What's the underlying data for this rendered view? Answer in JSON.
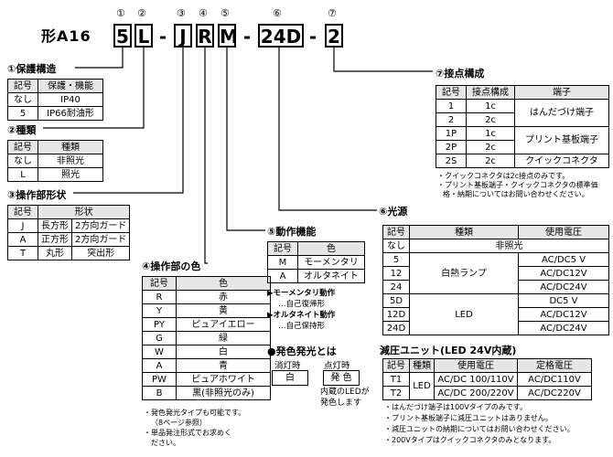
{
  "model": {
    "prefix": "形A16",
    "numbers": [
      "①",
      "②",
      "③",
      "④",
      "⑤",
      "⑥",
      "⑦"
    ],
    "code": [
      "5",
      "L",
      "-",
      "J",
      "R",
      "M",
      "-",
      "24D",
      "-",
      "2"
    ]
  },
  "s1": {
    "title": "①保護構造",
    "headers": [
      "記号",
      "保護・機能"
    ],
    "rows": [
      [
        "なし",
        "IP40"
      ],
      [
        "5",
        "IP66耐油形"
      ]
    ]
  },
  "s2": {
    "title": "②種類",
    "headers": [
      "記号",
      "種類"
    ],
    "rows": [
      [
        "なし",
        "非照光"
      ],
      [
        "L",
        "照光"
      ]
    ]
  },
  "s3": {
    "title": "③操作部形状",
    "headers": [
      "記号",
      "形状"
    ],
    "rows": [
      [
        "J",
        "長方形",
        "2方向ガード"
      ],
      [
        "A",
        "正方形",
        "2方向ガード"
      ],
      [
        "T",
        "丸形",
        "突出形"
      ]
    ]
  },
  "s4": {
    "title": "④操作部の色",
    "headers": [
      "記号",
      "色"
    ],
    "rows": [
      [
        "R",
        "赤"
      ],
      [
        "Y",
        "黄"
      ],
      [
        "PY",
        "ピュアイエロー"
      ],
      [
        "G",
        "緑"
      ],
      [
        "W",
        "白"
      ],
      [
        "A",
        "青"
      ],
      [
        "PW",
        "ピュアホワイト"
      ],
      [
        "B",
        "黒(非照光のみ)"
      ]
    ],
    "notes": [
      "・発色発光タイプも可能です。",
      "（8ページ参照）",
      "・単品発注形式でお求めく",
      "ださい。"
    ]
  },
  "s5": {
    "title": "⑤動作機能",
    "headers": [
      "記号",
      "色"
    ],
    "rows": [
      [
        "M",
        "モーメンタリ"
      ],
      [
        "A",
        "オルタネイト"
      ]
    ],
    "notes": [
      "▶モーメンタリ動作",
      "…自己復帰形",
      "▶オルタネイト動作",
      "…自己保持形"
    ]
  },
  "hakko": {
    "title": "●発色発光とは",
    "lit_off": "消灯時",
    "lit_on": "点灯時",
    "off_value": "白",
    "on_value": "発 色",
    "desc": [
      "内蔵のLEDが",
      "発色します"
    ]
  },
  "s6": {
    "title": "⑥光源",
    "headers": [
      "記号",
      "種類",
      "使用電圧"
    ],
    "nashi": "なし",
    "nashi_value": "非照光",
    "lamp_codes": [
      "5",
      "12",
      "24"
    ],
    "lamp_type": "白熱ランプ",
    "lamp_volts": [
      "AC/DC5 V",
      "AC/DC12V",
      "AC/DC24V"
    ],
    "led_codes": [
      "5D",
      "12D",
      "24D"
    ],
    "led_type": "LED",
    "led_volts": [
      "DC5 V",
      "AC/DC12V",
      "AC/DC24V"
    ]
  },
  "genatsu": {
    "title": "減圧ユニット(LED 24V内蔵)",
    "headers": [
      "記号",
      "種類",
      "使用電圧",
      "定格電圧"
    ],
    "codes": [
      "T1",
      "T2"
    ],
    "type": "LED",
    "use_volts": [
      "AC/DC 100/110V",
      "AC/DC 200/220V"
    ],
    "rated": [
      "AC/DC110V",
      "AC/DC220V"
    ],
    "notes": [
      "・はんだづけ端子は100Vタイプのみです。",
      "・プリント基板端子に減圧ユニットはありません。",
      "・減圧ユニットの納期についてはお問い合わせください。",
      "・200Vタイプはクイックコネクタのみとなります。"
    ]
  },
  "s7": {
    "title": "⑦接点構成",
    "headers": [
      "記号",
      "接点構成",
      "端子"
    ],
    "rows": [
      [
        "1",
        "1c"
      ],
      [
        "2",
        "2c"
      ],
      [
        "1P",
        "1c"
      ],
      [
        "2P",
        "2c"
      ],
      [
        "2S",
        "2c"
      ]
    ],
    "terminals": [
      "はんだづけ端子",
      "プリント基板端子",
      "クイックコネクタ"
    ],
    "notes": [
      "・クイックコネクタは2c接点のみです。",
      "・プリント基板端子・クイックコネクタの標準価",
      "格・納期についてはお問い合わせください。"
    ]
  }
}
